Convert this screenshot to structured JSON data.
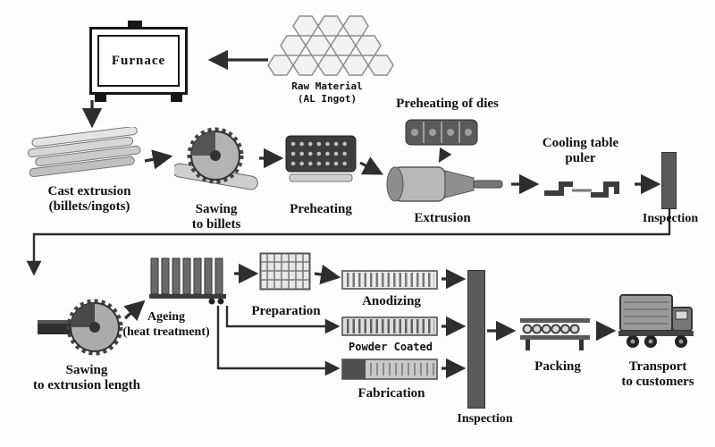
{
  "colors": {
    "background": "#fdfdfd",
    "arrow": "#2e2e2e",
    "inspection_bar": "#5a5a5a",
    "icon_gray": "#b3b3b3",
    "icon_dark": "#3d3d3d"
  },
  "nodes": {
    "furnace": {
      "label": "Furnace",
      "icon": "furnace-icon"
    },
    "raw_material": {
      "line1": "Raw Material",
      "line2": "(AL Ingot)",
      "icon": "ingot-pile-icon"
    },
    "cast_extrusion": {
      "line1": "Cast extrusion",
      "line2": "(billets/ingots)",
      "icon": "billet-stack-icon"
    },
    "sawing_billets": {
      "line1": "Sawing",
      "line2": "to billets",
      "icon": "circular-saw-icon"
    },
    "preheating": {
      "label": "Preheating",
      "icon": "billet-heater-icon"
    },
    "preheating_dies": {
      "label": "Preheating of dies",
      "icon": "die-oven-icon"
    },
    "extrusion": {
      "label": "Extrusion",
      "icon": "extrusion-press-icon"
    },
    "cooling_table": {
      "line1": "Cooling table",
      "line2": "puler",
      "icon": "puller-icon"
    },
    "inspection_1": {
      "label": "Inspection",
      "icon": "inspection-bar-icon"
    },
    "sawing_length": {
      "line1": "Sawing",
      "line2": "to extrusion length",
      "icon": "cutoff-saw-icon"
    },
    "ageing": {
      "line1": "Ageing",
      "line2": "(heat treatment)",
      "icon": "ageing-oven-icon"
    },
    "preparation": {
      "label": "Preparation",
      "icon": "rack-grid-icon"
    },
    "anodizing": {
      "label": "Anodizing",
      "icon": "anodizing-rack-icon"
    },
    "powder_coated": {
      "label": "Powder Coated",
      "icon": "powder-rack-icon"
    },
    "fabrication": {
      "label": "Fabrication",
      "icon": "fabrication-bench-icon"
    },
    "inspection_2": {
      "label": "Inspection",
      "icon": "inspection-bar-icon"
    },
    "packing": {
      "label": "Packing",
      "icon": "bundle-stand-icon"
    },
    "transport": {
      "line1": "Transport",
      "line2": "to customers",
      "icon": "truck-icon"
    }
  },
  "edges": [
    {
      "from": "raw_material",
      "to": "furnace"
    },
    {
      "from": "furnace",
      "to": "cast_extrusion"
    },
    {
      "from": "cast_extrusion",
      "to": "sawing_billets"
    },
    {
      "from": "sawing_billets",
      "to": "preheating"
    },
    {
      "from": "preheating",
      "to": "extrusion"
    },
    {
      "from": "preheating_dies",
      "to": "extrusion"
    },
    {
      "from": "extrusion",
      "to": "cooling_table"
    },
    {
      "from": "cooling_table",
      "to": "inspection_1"
    },
    {
      "from": "inspection_1",
      "to": "sawing_length"
    },
    {
      "from": "sawing_length",
      "to": "ageing"
    },
    {
      "from": "ageing",
      "to": "preparation"
    },
    {
      "from": "preparation",
      "to": "anodizing"
    },
    {
      "from": "ageing",
      "to": "powder_coated"
    },
    {
      "from": "ageing",
      "to": "fabrication"
    },
    {
      "from": "anodizing",
      "to": "inspection_2"
    },
    {
      "from": "powder_coated",
      "to": "inspection_2"
    },
    {
      "from": "fabrication",
      "to": "inspection_2"
    },
    {
      "from": "inspection_2",
      "to": "packing"
    },
    {
      "from": "packing",
      "to": "transport"
    }
  ]
}
